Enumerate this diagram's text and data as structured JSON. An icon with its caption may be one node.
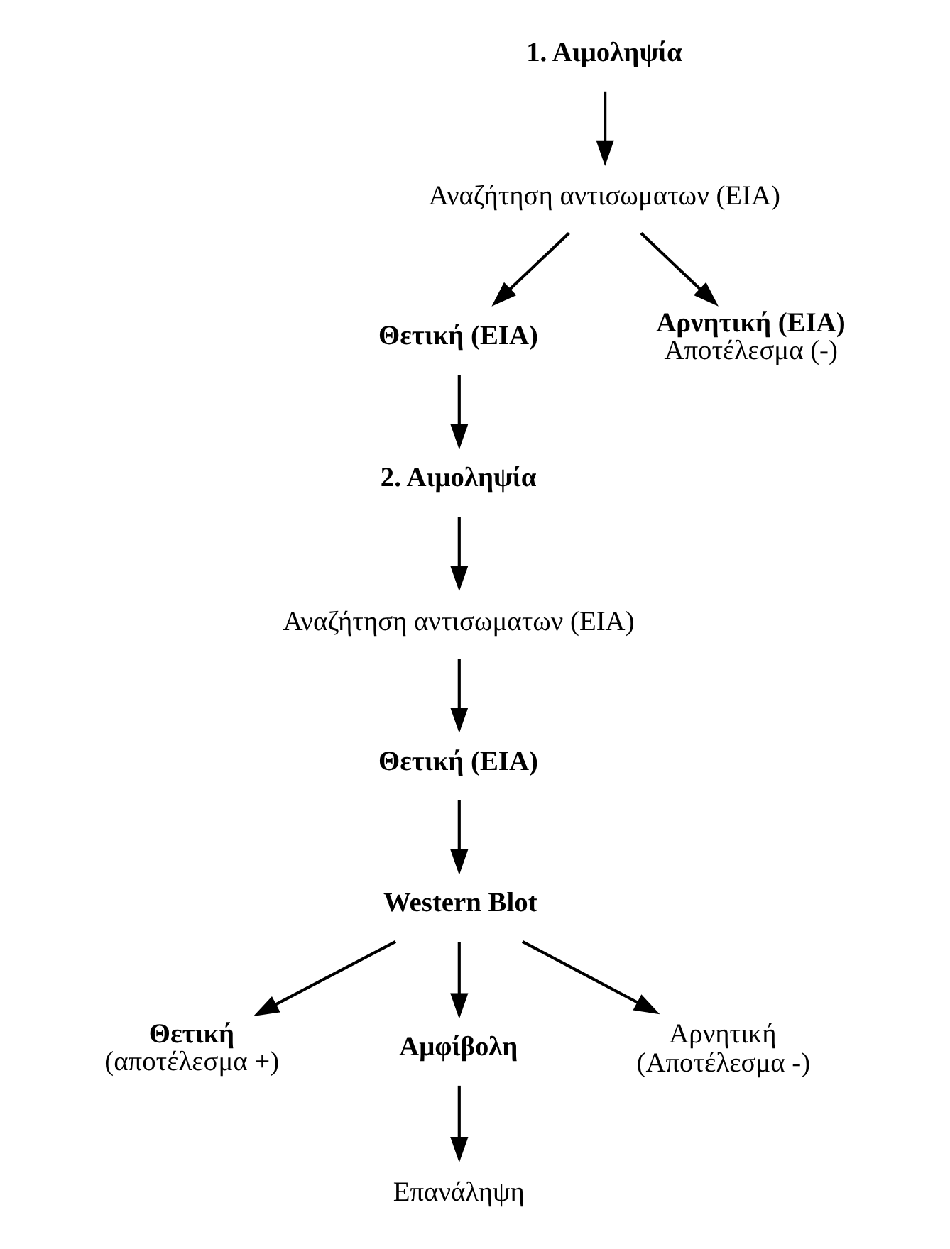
{
  "diagram": {
    "nodes": [
      {
        "text": [
          "1. Αιμοληψία"
        ]
      },
      {
        "text": [
          "Αναζήτηση αντισωματων (EIA)"
        ]
      },
      {
        "text": [
          "Θετική (EIA)"
        ]
      },
      {
        "text": [
          "Αρνητική (EIA)",
          "Αποτέλεσμα (-)"
        ]
      },
      {
        "text": [
          "2. Αιμοληψία"
        ]
      },
      {
        "text": [
          "Αναζήτηση αντισωματων (EIA)"
        ]
      },
      {
        "text": [
          "Θετική (EIA)"
        ]
      },
      {
        "text": [
          "Western Blot"
        ]
      },
      {
        "text": [
          "Θετική",
          "(αποτέλεσμα +)"
        ]
      },
      {
        "text": [
          "Αμφίβολη"
        ]
      },
      {
        "text": [
          "Αρνητική",
          "(Αποτέλεσμα -)"
        ]
      },
      {
        "text": [
          "Επανάληψη"
        ]
      }
    ],
    "edges": [
      {
        "from": 0,
        "to": 1,
        "arrow": "to"
      },
      {
        "from": 1,
        "to": 2,
        "arrow": "to"
      },
      {
        "from": 1,
        "to": 3,
        "arrow": "to"
      },
      {
        "from": 2,
        "to": 4,
        "arrow": "to"
      },
      {
        "from": 4,
        "to": 5,
        "arrow": "to"
      },
      {
        "from": 5,
        "to": 6,
        "arrow": "to"
      },
      {
        "from": 6,
        "to": 7,
        "arrow": "to"
      },
      {
        "from": 7,
        "to": 8,
        "arrow": "to"
      },
      {
        "from": 7,
        "to": 9,
        "arrow": "to"
      },
      {
        "from": 7,
        "to": 10,
        "arrow": "to"
      },
      {
        "from": 9,
        "to": 11,
        "arrow": "to"
      }
    ]
  }
}
